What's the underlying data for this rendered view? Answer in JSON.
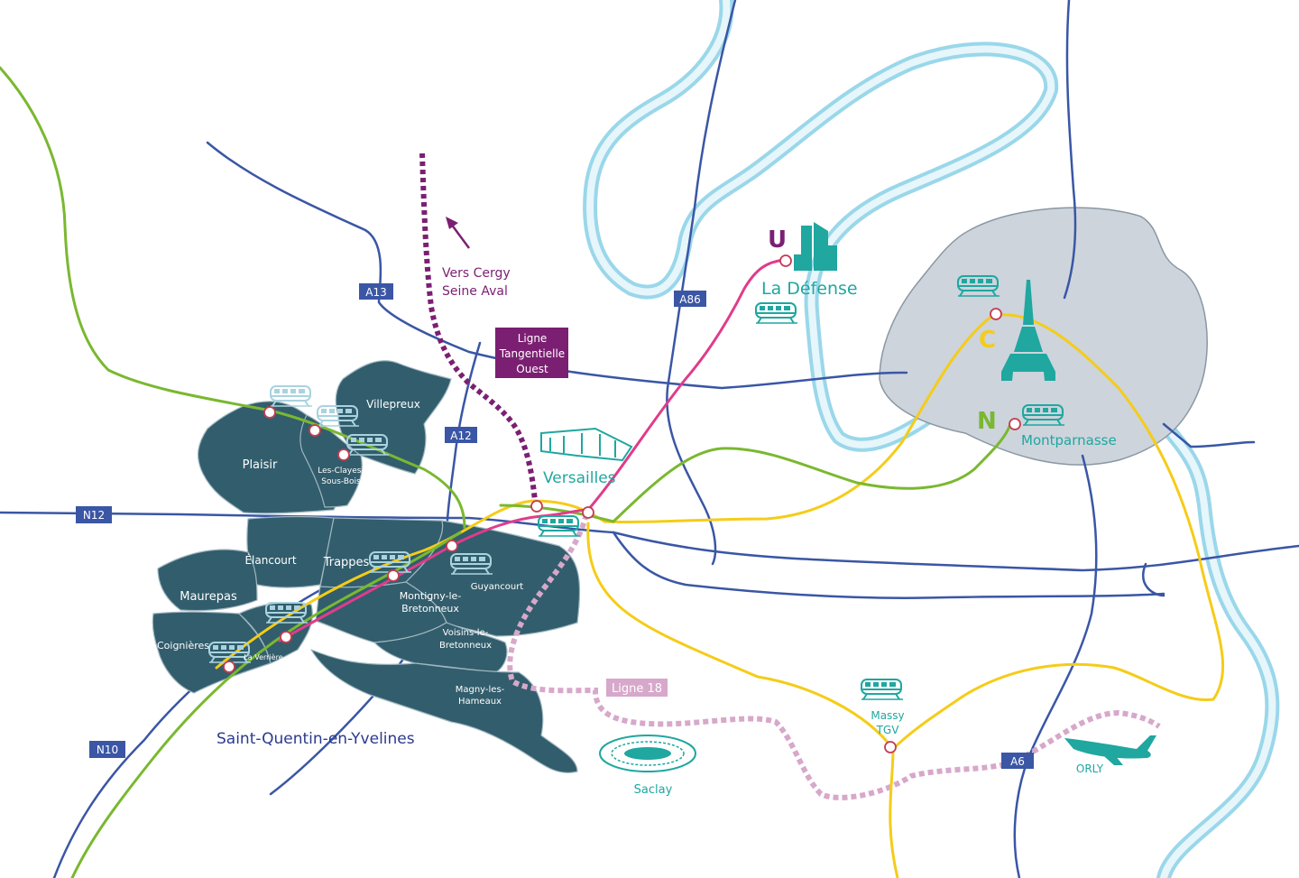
{
  "colors": {
    "commune_fill": "#325d6c",
    "commune_border": "#9fb7c0",
    "paris_fill": "#cdd4dc",
    "paris_border": "#8a97a3",
    "river_outer": "#9ad7ea",
    "river_inner": "#e6f6fb",
    "road": "#3a56a5",
    "road_badge": "#3a56a5",
    "rer_c_yellow": "#f5cc18",
    "rer_n_green": "#7ab830",
    "rer_u_pink": "#e03c8a",
    "ligne18_dash": "#d7a8ca",
    "lto_dash": "#7b1f72",
    "teal": "#1fa7a0",
    "label_dark": "#2b3a8e",
    "label_purple": "#7b1f72"
  },
  "roads": {
    "a13": "A13",
    "a86": "A86",
    "a12": "A12",
    "n12": "N12",
    "n10": "N10",
    "a6": "A6"
  },
  "lines": {
    "rer_u": "U",
    "rer_c": "C",
    "rer_n": "N",
    "ligne_18": "Ligne 18",
    "lto_title": [
      "Ligne",
      "Tangentielle",
      "Ouest"
    ],
    "cergy": [
      "Vers Cergy",
      "Seine Aval"
    ]
  },
  "places": {
    "la_defense": "La Défense",
    "versailles": "Versailles",
    "montparnasse": "Montparnasse",
    "massy": [
      "Massy",
      "TGV"
    ],
    "orly": "ORLY",
    "saclay": "Saclay"
  },
  "communes": {
    "villepreux": "Villepreux",
    "plaisir": "Plaisir",
    "les_clayes": [
      "Les-Clayes-",
      "Sous-Bois"
    ],
    "elancourt": "Élancourt",
    "trappes": "Trappes",
    "maurepas": "Maurepas",
    "guyancourt": "Guyancourt",
    "montigny": [
      "Montigny-le-",
      "Bretonneux"
    ],
    "coignieres": "Coignières",
    "la_verriere": "La Verrière",
    "voisins": [
      "Voisins-le-",
      "Bretonneux"
    ],
    "magny": [
      "Magny-les-",
      "Hameaux"
    ]
  },
  "region_label": "Saint-Quentin-en-Yvelines",
  "icons": {
    "train": "train-icon",
    "airplane": "airplane-icon",
    "eiffel": "eiffel-tower-icon",
    "towers": "la-defense-towers-icon",
    "chateau": "versailles-chateau-icon",
    "saclay": "saclay-building-icon",
    "station": "station-marker-icon",
    "arrow": "direction-arrow-icon"
  }
}
